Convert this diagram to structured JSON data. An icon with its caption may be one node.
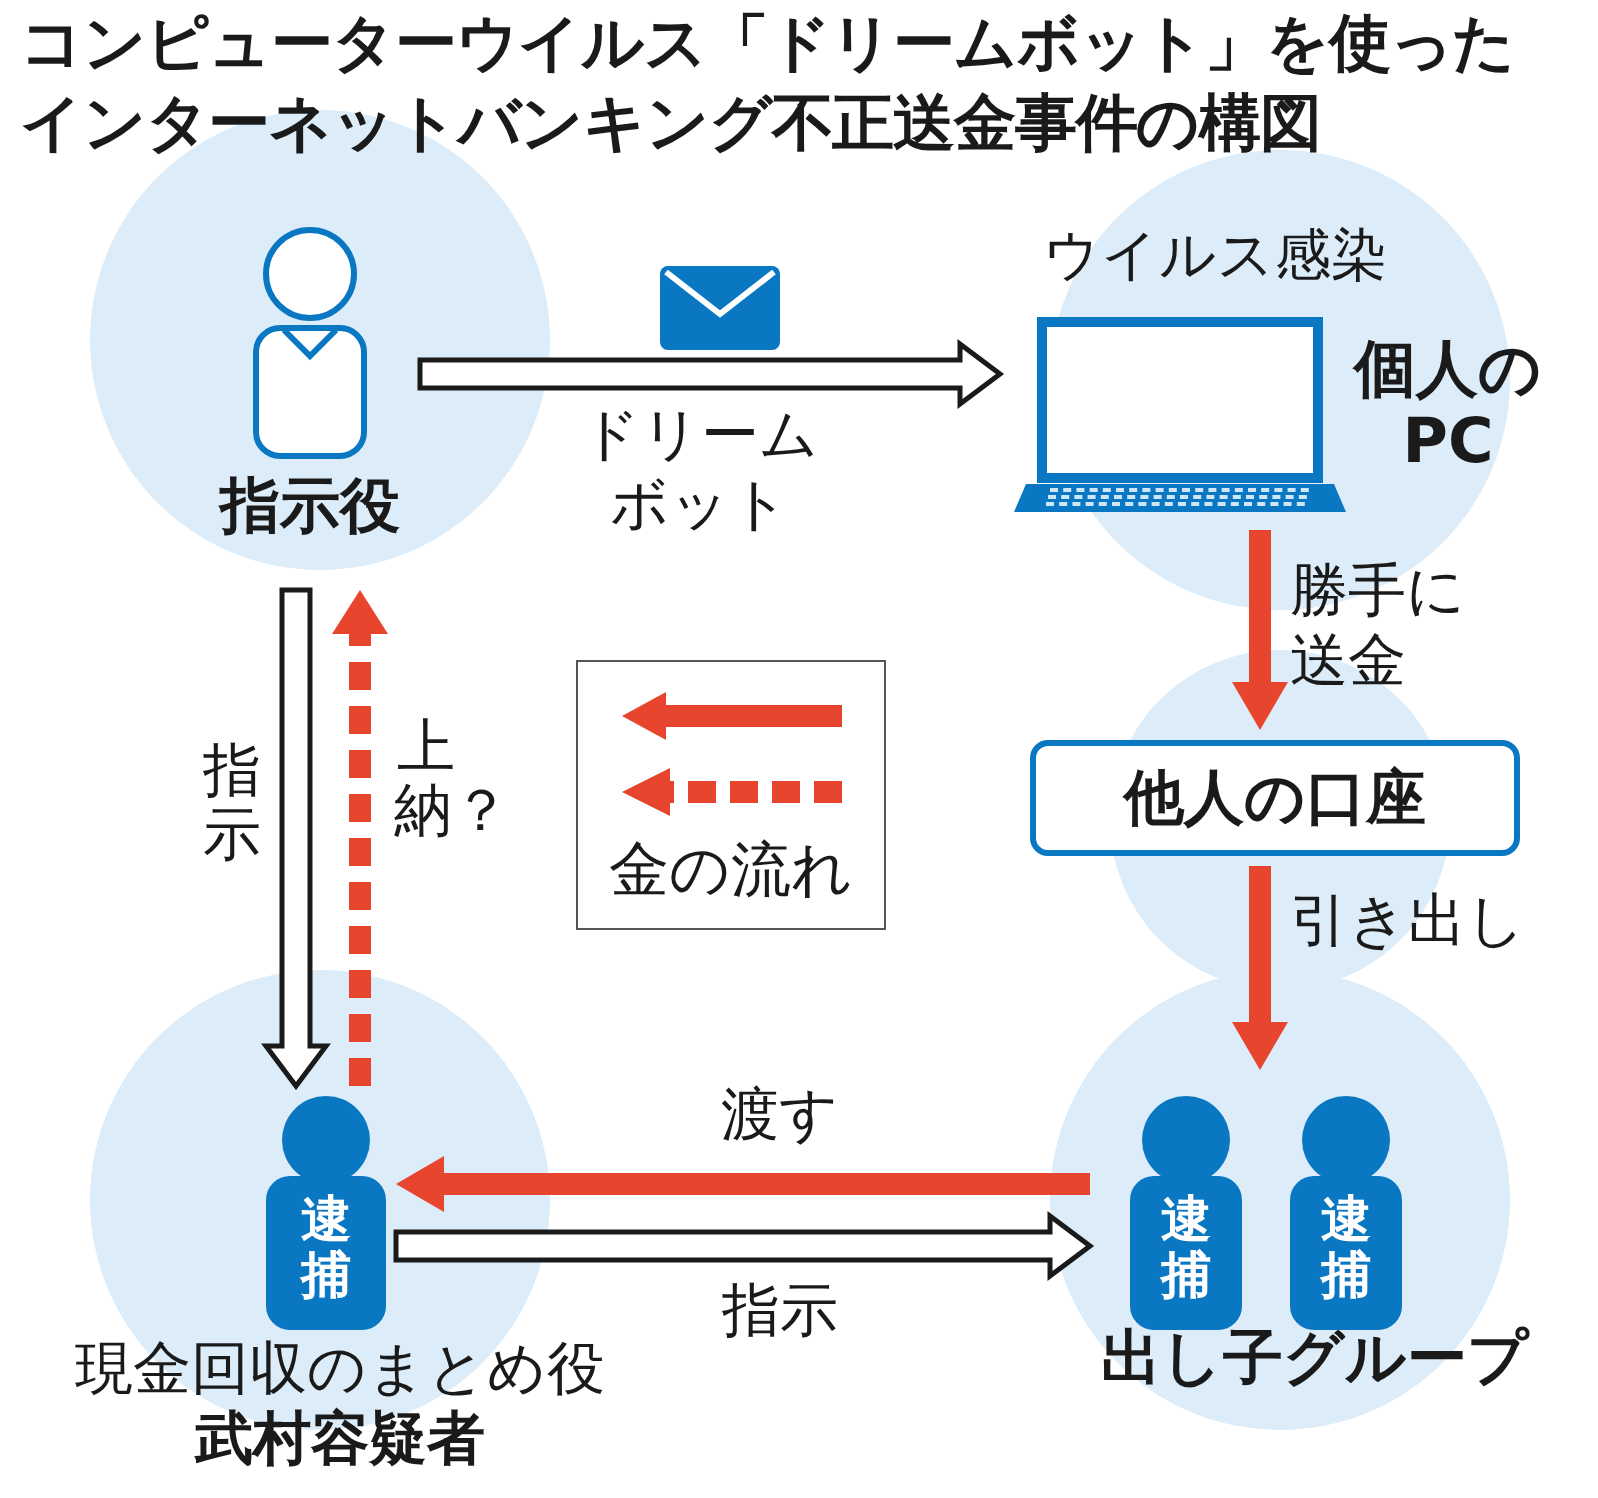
{
  "diagram": {
    "title": "コンピューターウイルス「ドリームボット」を使ったインターネットバンキング不正送金事件の構図",
    "nodes": [
      {
        "text": [
          "指示役"
        ]
      },
      {
        "text": [
          "ウイルス感染",
          "個人のPC"
        ]
      },
      {
        "text": [
          "他人の口座"
        ]
      },
      {
        "text": [
          "現金回収のまとめ役",
          "武村容疑者"
        ]
      },
      {
        "text": [
          "逮捕"
        ],
        "in": 3
      },
      {
        "text": [
          "出し子グループ"
        ]
      },
      {
        "text": [
          "逮捕"
        ],
        "in": 5
      },
      {
        "text": [
          "逮捕"
        ],
        "in": 5
      }
    ],
    "edges": [
      {
        "from": 0,
        "to": 1,
        "arrow": "to",
        "label": "ドリームボット",
        "color": "#ffffff"
      },
      {
        "from": 0,
        "to": 4,
        "arrow": "to",
        "label": "指示",
        "color": "#ffffff"
      },
      {
        "from": 4,
        "to": 0,
        "arrow": "to",
        "label": "上納？",
        "style": "dashed"
      },
      {
        "from": 1,
        "to": 2,
        "arrow": "to",
        "label": "勝手に送金"
      },
      {
        "from": 2,
        "to": 5,
        "arrow": "to",
        "label": "引き出し"
      },
      {
        "from": 5,
        "to": 4,
        "arrow": "to",
        "label": "渡す"
      },
      {
        "from": 4,
        "to": 5,
        "arrow": "to",
        "label": "指示",
        "color": "#ffffff"
      }
    ],
    "legend": [
      {
        "text": "金の流れ"
      }
    ]
  }
}
